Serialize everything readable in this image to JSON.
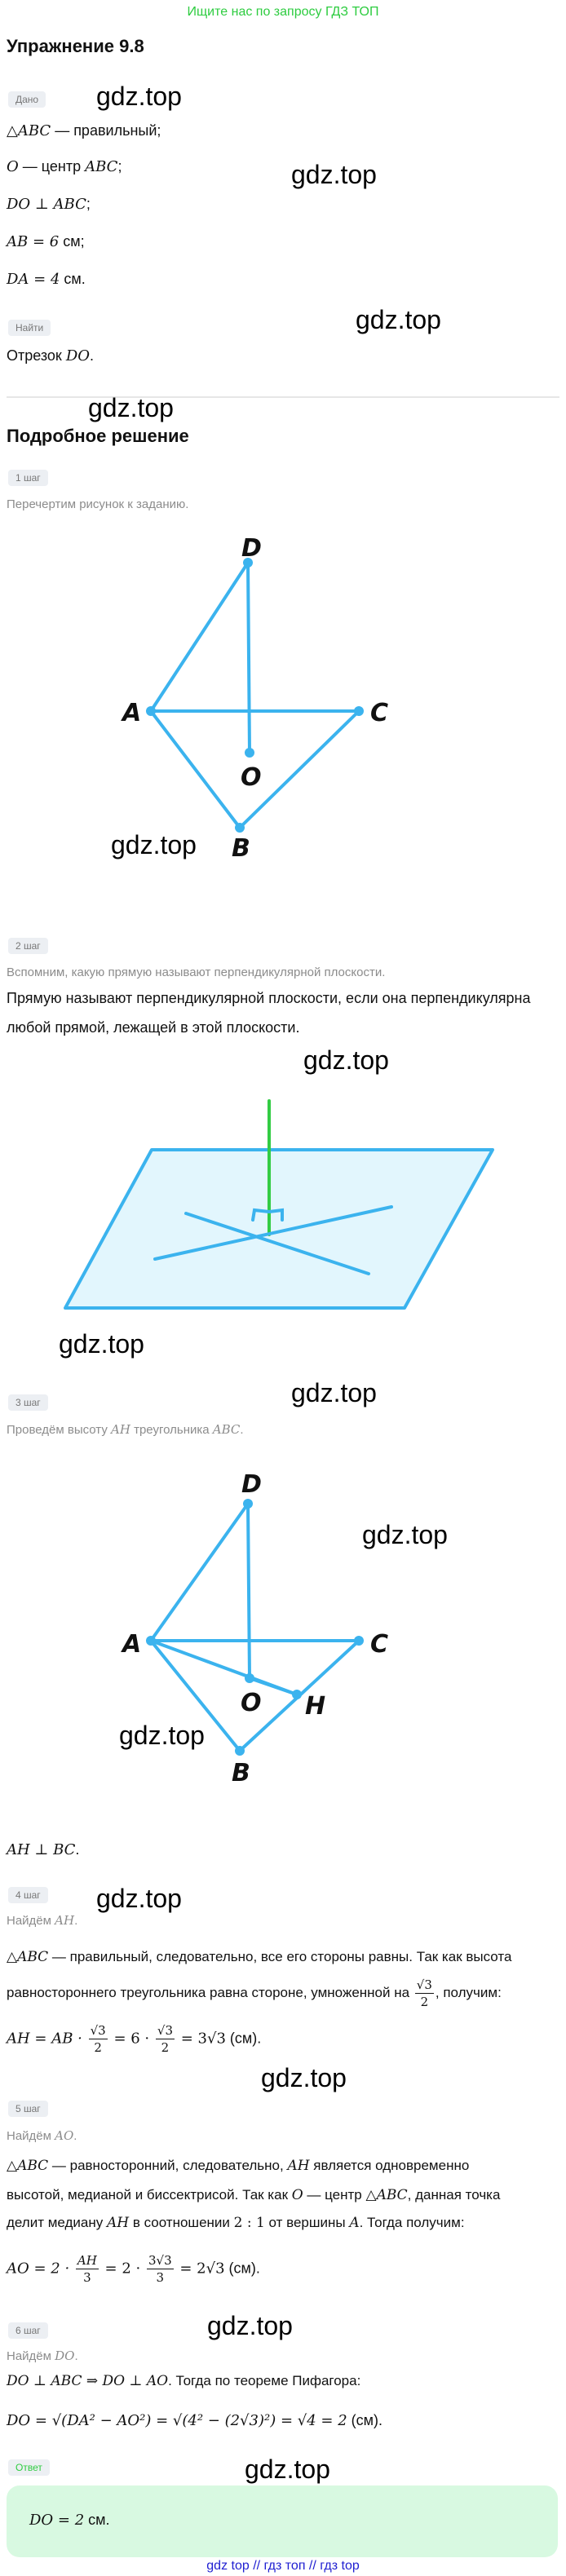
{
  "banner": "Ищите нас по запросу ГДЗ ТОП",
  "title": "Упражнение 9.8",
  "given": {
    "badge": "Дано",
    "l1_math": "△ABC",
    "l1_text": " — правильный;",
    "l2_math": "O",
    "l2_text": " — центр ",
    "l2_math2": "ABC",
    "l2_end": ";",
    "l3_math": "DO ⊥ ABC",
    "l3_end": ";",
    "l4_math": "AB = 6",
    "l4_text": " см;",
    "l5_math": "DA = 4",
    "l5_text": " см."
  },
  "find": {
    "badge": "Найти",
    "text": "Отрезок ",
    "math": "DO",
    "end": "."
  },
  "solution_title": "Подробное решение",
  "step1": {
    "badge": "1 шаг",
    "text": "Перечертим рисунок к заданию."
  },
  "step2": {
    "badge": "2 шаг",
    "gray": "Вспомним, какую прямую называют перпендикулярной плоскости.",
    "text": "Прямую называют перпендикулярной плоскости, если она перпендикулярна любой прямой, лежащей в этой плоскости."
  },
  "step3": {
    "badge": "3 шаг",
    "gray_a": "Проведём высоту ",
    "gray_m1": "AH",
    "gray_b": " треугольника ",
    "gray_m2": "ABC",
    "gray_c": ".",
    "result": "AH ⊥ BC",
    "result_end": "."
  },
  "step4": {
    "badge": "4 шаг",
    "gray_a": "Найдём ",
    "gray_m": "AH",
    "gray_c": ".",
    "p1_m": "△ABC",
    "p1_a": " — правильный, следовательно, все его стороны равны. Так как высота",
    "p2_a": "равностороннего треугольника равна стороне, умноженной на ",
    "p2_num": "√3",
    "p2_den": "2",
    "p2_b": ", получим:",
    "f_a": "AH = AB · ",
    "f_num1": "√3",
    "f_den1": "2",
    "f_b": " = 6 · ",
    "f_num2": "√3",
    "f_den2": "2",
    "f_c": " = 3√3",
    "f_unit": " (см)."
  },
  "step5": {
    "badge": "5 шаг",
    "gray_a": "Найдём ",
    "gray_m": "AO",
    "gray_c": ".",
    "p1_m": "△ABC",
    "p1_a": " — равносторонний, следовательно, ",
    "p1_m2": "AH",
    "p1_b": " является одновременно",
    "p2_a": "высотой, медианой и биссектрисой. Так как ",
    "p2_m": "O",
    "p2_b": " — центр ",
    "p2_m2": "△ABC",
    "p2_c": ", данная точка",
    "p3_a": "делит медиану ",
    "p3_m": "AH",
    "p3_b": " в соотношении ",
    "p3_m2": "2 : 1",
    "p3_c": " от вершины ",
    "p3_m3": "A",
    "p3_d": ". Тогда получим:",
    "f_a": "AO = 2 · ",
    "f_num1": "AH",
    "f_den1": "3",
    "f_b": " = 2 · ",
    "f_num2": "3√3",
    "f_den2": "3",
    "f_c": " = 2√3",
    "f_unit": " (см)."
  },
  "step6": {
    "badge": "6 шаг",
    "gray_a": "Найдём ",
    "gray_m": "DO",
    "gray_c": ".",
    "p1_m": "DO ⊥ ABC ⇒ DO ⊥ AO",
    "p1_a": ". Тогда по теореме Пифагора:",
    "f_a": "DO = √(DA² − AO²) = √(4² − (2√3)²) = √4 = 2",
    "f_unit": " (см)."
  },
  "answer": {
    "badge": "Ответ",
    "math": "DO = 2",
    "text": " см."
  },
  "footer": "gdz top  //  гдз топ  //  гдз top",
  "watermark": "gdz.top",
  "fig1_labels": {
    "D": "D",
    "A": "A",
    "C": "C",
    "O": "O",
    "B": "B"
  },
  "fig3_labels": {
    "D": "D",
    "A": "A",
    "C": "C",
    "O": "O",
    "B": "B",
    "H": "H"
  },
  "colors": {
    "line": "#3bb3ee",
    "plane": "#e2f6fd",
    "perp": "#33cc44",
    "answer_bg": "#d8f9e1",
    "banner": "#2ecc40",
    "footer": "#1f1fd1"
  }
}
